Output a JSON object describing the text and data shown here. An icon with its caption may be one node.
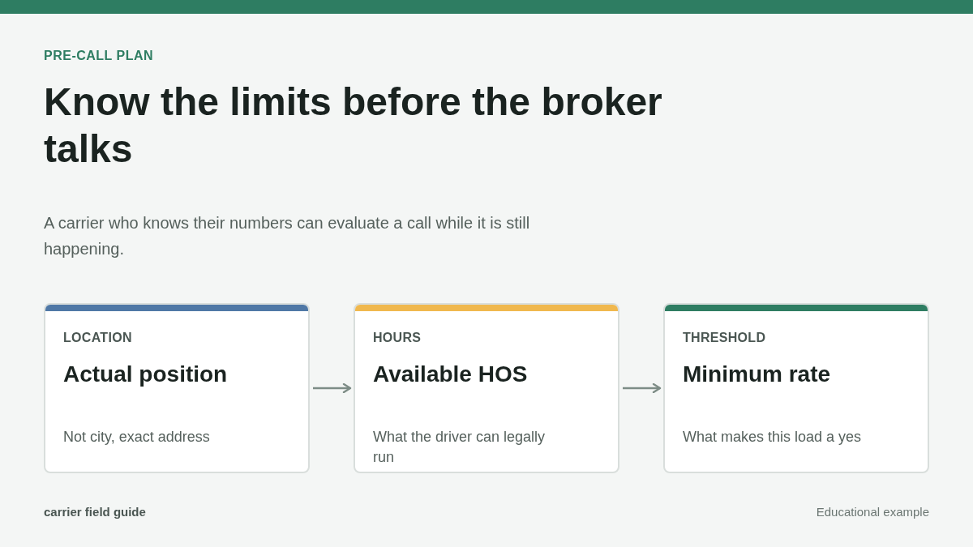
{
  "diagram": {
    "title": "Know the limits before the broker talks",
    "nodes": [
      {
        "text": [
          "LOCATION",
          "Actual position",
          "Not city, exact address"
        ]
      },
      {
        "text": [
          "HOURS",
          "Available HOS",
          "What the driver can legally run"
        ]
      },
      {
        "text": [
          "THRESHOLD",
          "Minimum rate",
          "What makes this load a yes"
        ]
      }
    ],
    "edges": [
      {
        "from": 0,
        "to": 1,
        "arrow": "to"
      },
      {
        "from": 1,
        "to": 2,
        "arrow": "to"
      }
    ],
    "labels": [
      "PRE-CALL PLAN",
      "A carrier who knows their numbers can evaluate a call while it is still happening.",
      "carrier field guide",
      "Educational example"
    ]
  }
}
